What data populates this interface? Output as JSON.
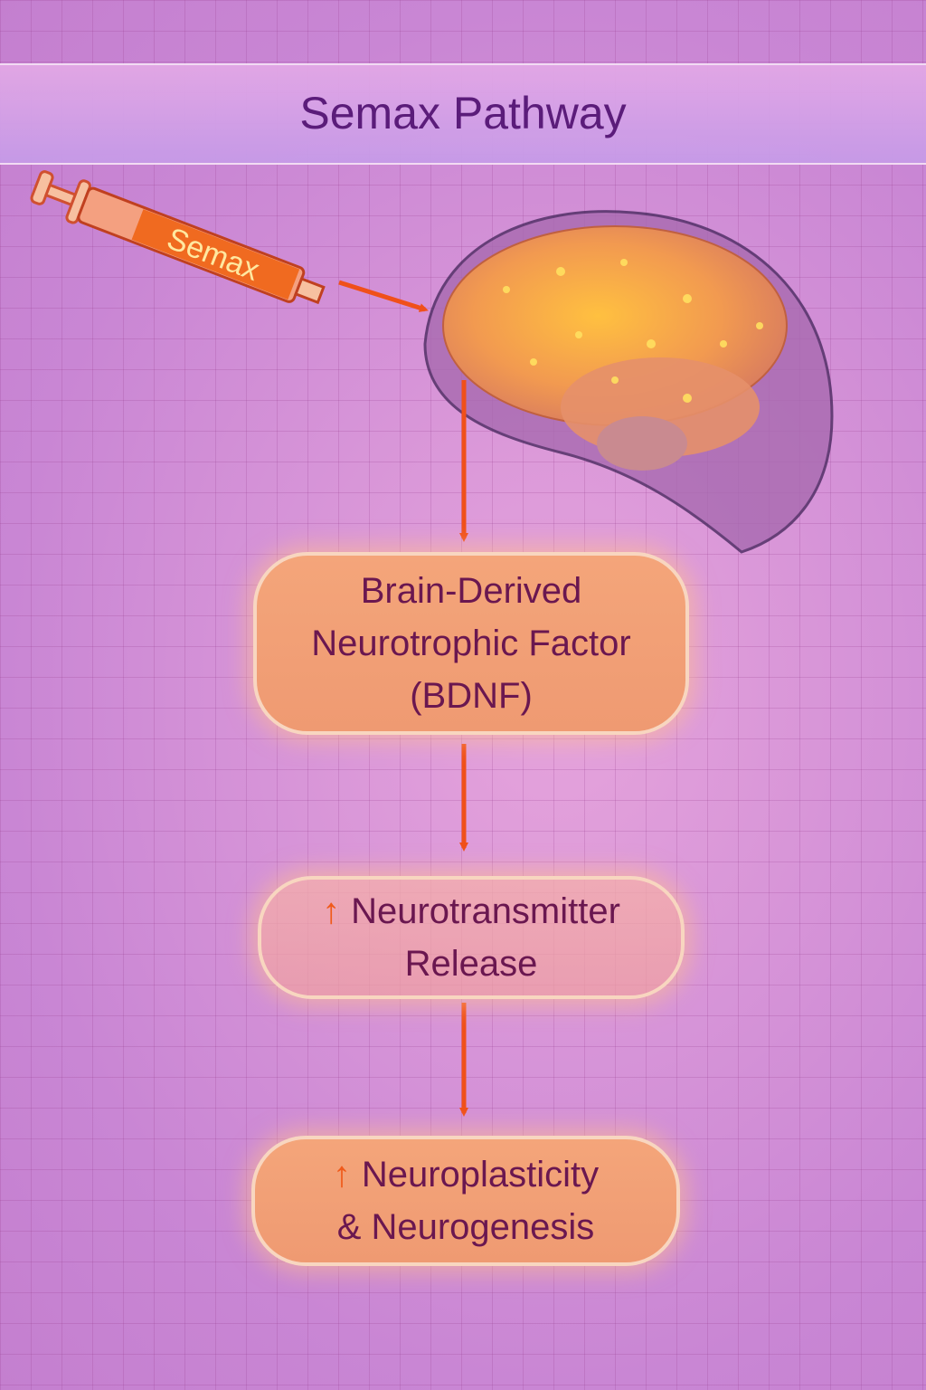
{
  "title": "Semax Pathway",
  "syringe_label": "Semax",
  "steps": [
    {
      "lines": [
        "Brain-Derived",
        "Neurotrophic Factor",
        "(BDNF)"
      ]
    },
    {
      "icon": "up-arrow-icon",
      "lines": [
        "Neurotransmitter",
        "Release"
      ]
    },
    {
      "icon": "up-arrow-icon",
      "lines": [
        "Neuroplasticity",
        "& Neurogenesis"
      ]
    }
  ],
  "colors": {
    "accent": "#f05a1a",
    "text": "#6a1750",
    "title": "#5b1c7a"
  }
}
